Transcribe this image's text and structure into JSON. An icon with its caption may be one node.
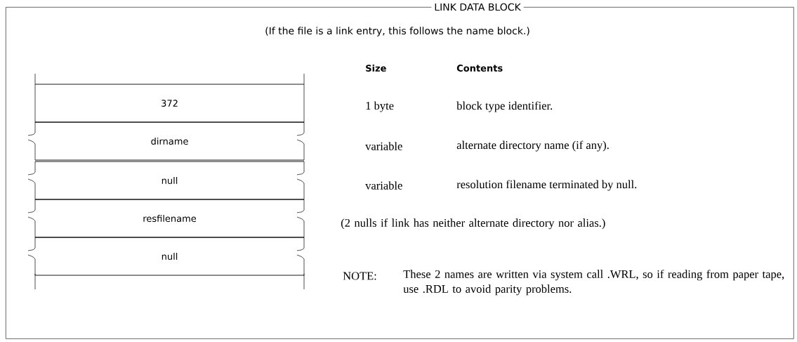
{
  "diagram": {
    "nodes": [
      {
        "text": [
          "LINK DATA BLOCK",
          "(If the file is a link entry, this follows the name block.)"
        ]
      },
      {
        "text": [
          "372"
        ],
        "in": 0
      },
      {
        "text": [
          "dirname"
        ],
        "in": 0
      },
      {
        "text": [
          "null"
        ],
        "in": 0
      },
      {
        "text": [
          "resfilename"
        ],
        "in": 0
      },
      {
        "text": [
          "null"
        ],
        "in": 0
      }
    ],
    "labels": [
      "Size",
      "Contents",
      "1 byte",
      "block type identifier.",
      "variable",
      "alternate directory name (if any).",
      "variable",
      "resolution filename terminated by null.",
      "(2 nulls if link has neither alternate directory nor alias.)",
      "NOTE:",
      "These 2 names are written via system call .WRL, so if reading from paper tape, use .RDL to avoid parity problems."
    ]
  }
}
